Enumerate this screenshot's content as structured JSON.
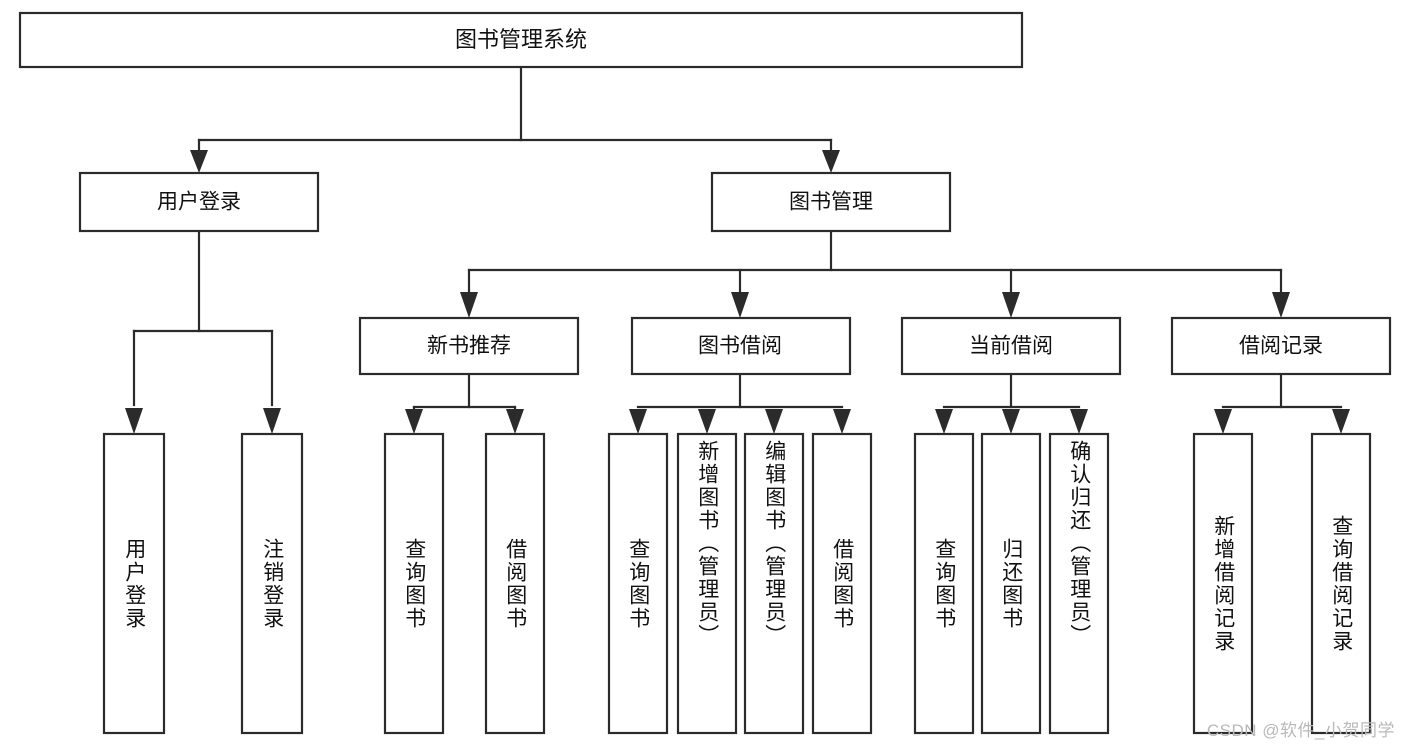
{
  "diagram": {
    "type": "hierarchy-tree",
    "title": "图书管理系统",
    "orientation": "top-down",
    "colors": {
      "box_fill": "#ffffff",
      "box_stroke": "#2b2b2b",
      "text": "#111111",
      "background": "#ffffff",
      "watermark": "#b9b9b9"
    },
    "levels": {
      "root": "图书管理系统",
      "level2": [
        "用户登录",
        "图书管理"
      ],
      "level3": [
        "新书推荐",
        "图书借阅",
        "当前借阅",
        "借阅记录"
      ]
    },
    "nodes": {
      "root": {
        "label": "图书管理系统"
      },
      "user_login": {
        "label": "用户登录"
      },
      "book_manage": {
        "label": "图书管理"
      },
      "new_book_rec": {
        "label": "新书推荐"
      },
      "book_borrow": {
        "label": "图书借阅"
      },
      "current_borrow": {
        "label": "当前借阅"
      },
      "borrow_record": {
        "label": "借阅记录"
      }
    },
    "leaves": {
      "user_login": [
        {
          "label": "用户登录"
        },
        {
          "label": "注销登录"
        }
      ],
      "new_book_rec": [
        {
          "label": "查询图书"
        },
        {
          "label": "借阅图书"
        }
      ],
      "book_borrow": [
        {
          "label": "查询图书"
        },
        {
          "label": "新增图书（管理员）"
        },
        {
          "label": "编辑图书（管理员）"
        },
        {
          "label": "借阅图书"
        }
      ],
      "current_borrow": [
        {
          "label": "查询图书"
        },
        {
          "label": "归还图书"
        },
        {
          "label": "确认归还（管理员）"
        }
      ],
      "borrow_record": [
        {
          "label": "新增借阅记录"
        },
        {
          "label": "查询借阅记录"
        }
      ]
    },
    "watermark": "CSDN @软件_小贺同学"
  }
}
